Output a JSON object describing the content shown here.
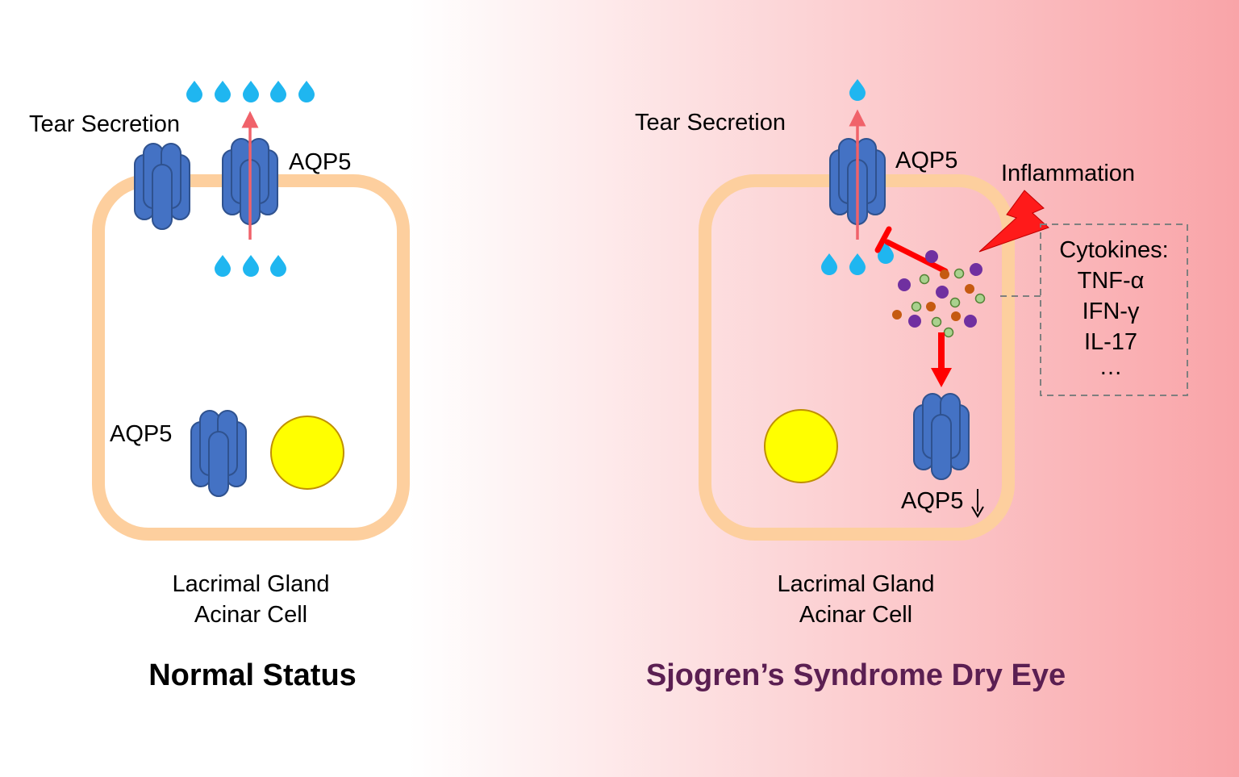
{
  "background": {
    "gradient_start": "#ffffff",
    "gradient_end": "#f9a4a8"
  },
  "colors": {
    "cell_membrane": "#fdcf9e",
    "aquaporin_fill": "#4472c4",
    "aquaporin_stroke": "#2f528f",
    "water_drop": "#1fb6f0",
    "nucleus_fill": "#ffff00",
    "nucleus_stroke": "#bf9000",
    "secretion_arrow": "#f0626a",
    "inhibition": "#ff0000",
    "cytokine_purple": "#7030a0",
    "cytokine_orange": "#c55a11",
    "cytokine_green": "#70ad47",
    "dashed_box": "#7f7f7f",
    "disease_title": "#5b1f52"
  },
  "normal": {
    "tear_secretion_label": "Tear Secretion",
    "aqp5_membrane_label": "AQP5",
    "aqp5_cytoplasm_label": "AQP5",
    "cell_label_line1": "Lacrimal Gland",
    "cell_label_line2": "Acinar Cell",
    "title": "Normal Status"
  },
  "disease": {
    "tear_secretion_label": "Tear Secretion",
    "aqp5_membrane_label": "AQP5",
    "inflammation_label": "Inflammation",
    "aqp5_decrease_label": "AQP5",
    "cytokines_title": "Cytokines:",
    "cytokines": [
      "TNF-α",
      "IFN-γ",
      "IL-17",
      "…"
    ],
    "cell_label_line1": "Lacrimal Gland",
    "cell_label_line2": "Acinar Cell",
    "title": "Sjogren’s Syndrome Dry Eye"
  },
  "icons": {
    "aquaporin": "aquaporin-channel-icon",
    "water": "water-drop-icon",
    "nucleus": "nucleus-icon",
    "inflammation": "lightning-bolt-icon",
    "decrease": "down-arrow-icon"
  }
}
